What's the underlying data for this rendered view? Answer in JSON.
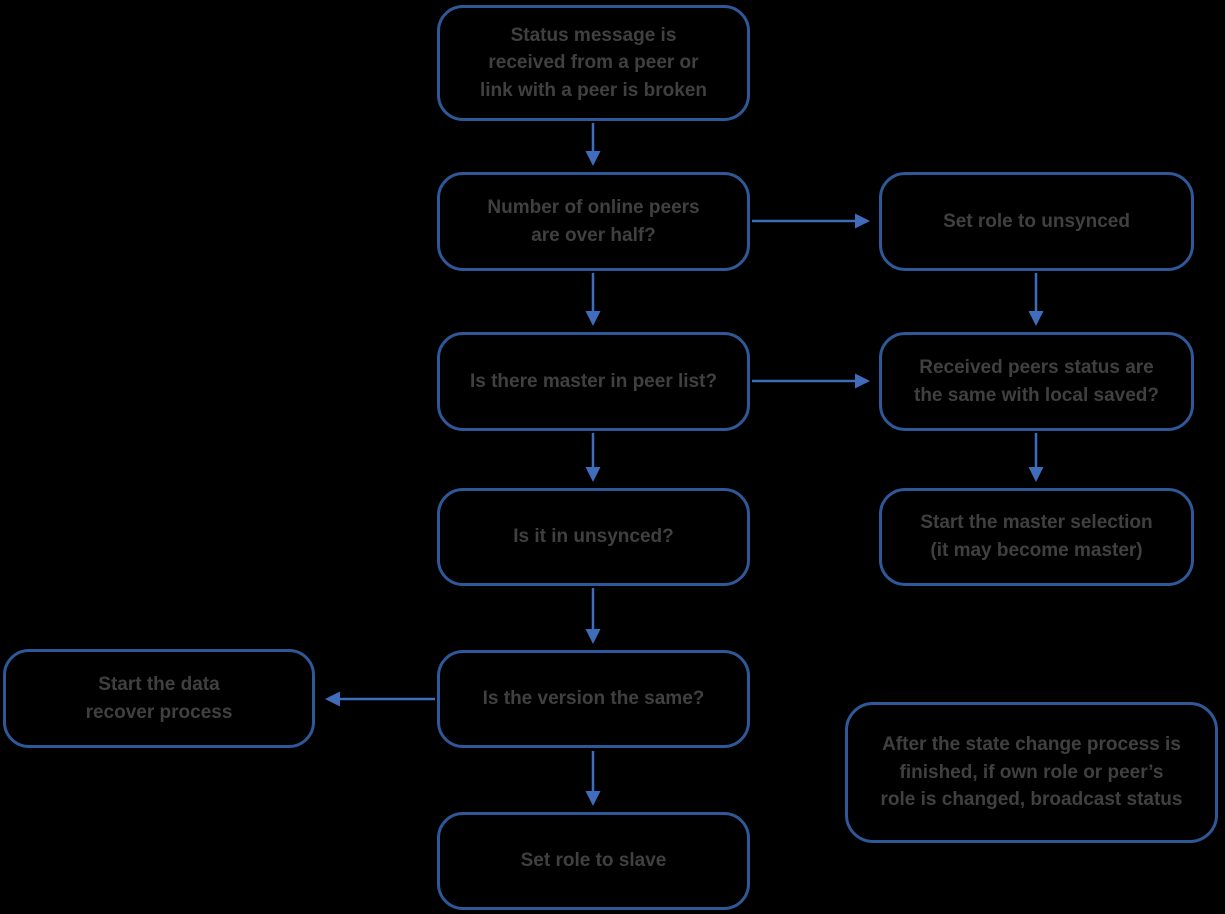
{
  "colors": {
    "background": "#000000",
    "box_border": "#2f5899",
    "arrow": "#3f6dbb",
    "text": "#404040"
  },
  "diagram": {
    "nodes": [
      {
        "id": "status-received",
        "label": "Status message is\nreceived from a peer or\nlink with a peer is broken"
      },
      {
        "id": "peers-over-half",
        "label": "Number of online peers\nare over half?"
      },
      {
        "id": "set-role-unsynced",
        "label": "Set role to unsynced"
      },
      {
        "id": "master-in-peer-list",
        "label": "Is there master in peer list?"
      },
      {
        "id": "peers-status-same",
        "label": "Received peers status are\nthe same with local saved?"
      },
      {
        "id": "is-it-in-unsynced",
        "label": "Is it in unsynced?"
      },
      {
        "id": "start-master-selection",
        "label": "Start the master selection\n(it may become master)"
      },
      {
        "id": "is-version-same",
        "label": "Is the version the same?"
      },
      {
        "id": "start-data-recover",
        "label": "Start the data\nrecover process"
      },
      {
        "id": "set-role-slave",
        "label": "Set role to slave"
      },
      {
        "id": "broadcast-note",
        "label": "After the state change process is\nfinished, if own role or peer’s\nrole is changed, broadcast status"
      }
    ],
    "edges": [
      {
        "from": "status-received",
        "to": "peers-over-half"
      },
      {
        "from": "peers-over-half",
        "to": "set-role-unsynced"
      },
      {
        "from": "peers-over-half",
        "to": "master-in-peer-list"
      },
      {
        "from": "set-role-unsynced",
        "to": "peers-status-same"
      },
      {
        "from": "master-in-peer-list",
        "to": "peers-status-same"
      },
      {
        "from": "master-in-peer-list",
        "to": "is-it-in-unsynced"
      },
      {
        "from": "peers-status-same",
        "to": "start-master-selection"
      },
      {
        "from": "is-it-in-unsynced",
        "to": "is-version-same"
      },
      {
        "from": "is-version-same",
        "to": "start-data-recover"
      },
      {
        "from": "is-version-same",
        "to": "set-role-slave"
      }
    ]
  }
}
